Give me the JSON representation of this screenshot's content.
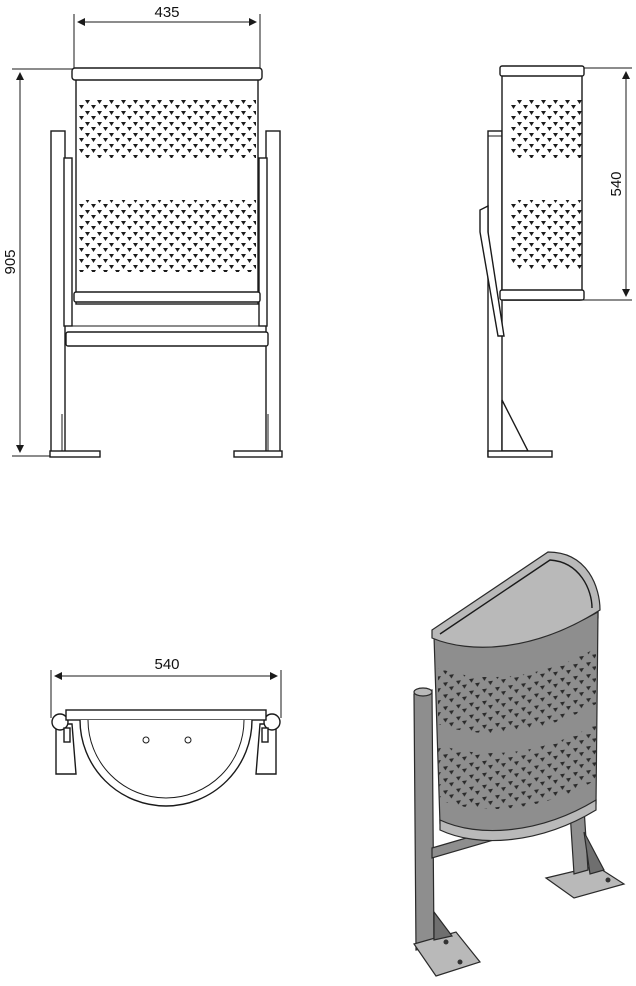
{
  "dimensions": {
    "front_width": "435",
    "front_height": "905",
    "side_height": "540",
    "top_width": "540"
  },
  "colors": {
    "line": "#1a1a1a",
    "metal": "#8e8e8e",
    "perforation": "#1a1a1a",
    "background": "#ffffff"
  }
}
